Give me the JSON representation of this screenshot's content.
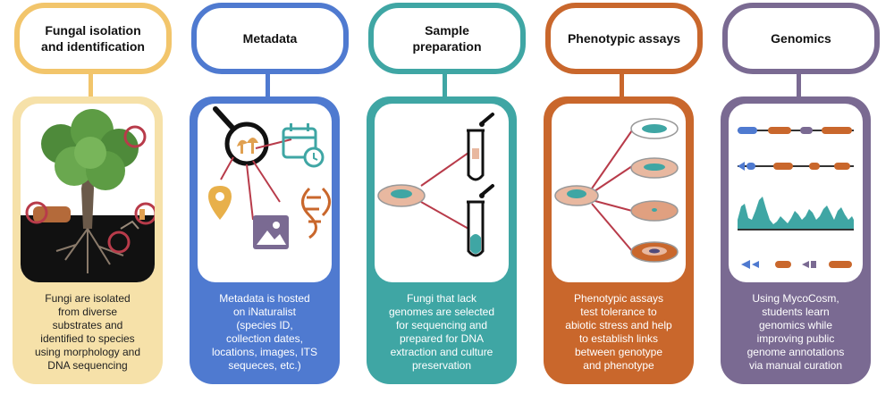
{
  "panels": [
    {
      "title": "Fungal isolation\nand identification",
      "description": "Fungi are isolated\nfrom diverse\nsubstrates and\nidentified to species\nusing morphology and\nDNA sequencing",
      "accent": "#f2c56b",
      "card_fill": "#f6e1a9",
      "text_color": "#222222"
    },
    {
      "title": "Metadata",
      "description": "Metadata is hosted\non iNaturalist\n(species ID,\ncollection dates,\nlocations, images, ITS\nsequeces, etc.)",
      "accent": "#4f7ad0",
      "card_fill": "#4f7ad0",
      "text_color": "#ffffff"
    },
    {
      "title": "Sample\npreparation",
      "description": "Fungi that lack\ngenomes are selected\nfor sequencing and\nprepared for DNA\nextraction and culture\npreservation",
      "accent": "#3fa6a4",
      "card_fill": "#3fa6a4",
      "text_color": "#ffffff"
    },
    {
      "title": "Phenotypic assays",
      "description": "Phenotypic assays\ntest tolerance to\nabiotic stress and help\nto establish links\nbetween genotype\nand phenotype",
      "accent": "#c9672c",
      "card_fill": "#c9672c",
      "text_color": "#ffffff"
    },
    {
      "title": "Genomics",
      "description": "Using MycoCosm,\nstudents learn\ngenomics while\nimproving public\ngenome annotations\nvia manual curation",
      "accent": "#7a6a92",
      "card_fill": "#7a6a92",
      "text_color": "#ffffff"
    }
  ],
  "icons": [
    "tree-icon",
    "magnifier-icon",
    "calendar-icon",
    "location-pin-icon",
    "dna-icon",
    "image-icon",
    "petri-dish-icon",
    "test-tube-icon",
    "gene-track-icon",
    "coverage-plot-icon"
  ]
}
